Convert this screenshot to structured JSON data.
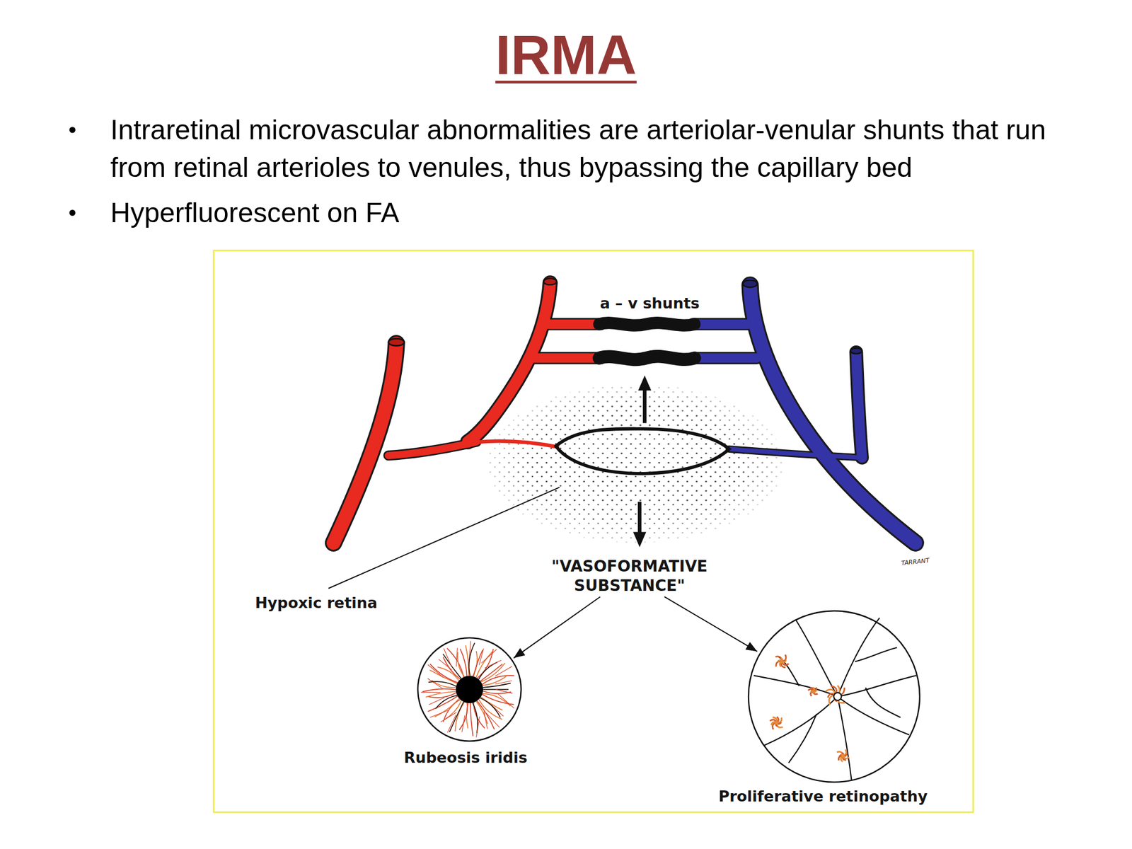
{
  "diagram": {
    "title": "IRMA",
    "nodes": [
      {
        "text": [
          "\"VASOFORMATIVE SUBSTANCE\""
        ]
      },
      {
        "text": [
          "Rubeosis iridis"
        ]
      },
      {
        "text": [
          "Proliferative retinopathy"
        ]
      }
    ],
    "edges": [
      {
        "from": 0,
        "to": 1,
        "arrow": "to"
      },
      {
        "from": 0,
        "to": 2,
        "arrow": "to"
      }
    ],
    "labels": [
      "Intraretinal microvascular abnormalities are arteriolar-venular shunts that run from retinal arterioles to venules, thus bypassing the capillary bed",
      "Hyperfluorescent on FA",
      "a – v shunts",
      "Hypoxic retina",
      "TARRANT"
    ]
  }
}
